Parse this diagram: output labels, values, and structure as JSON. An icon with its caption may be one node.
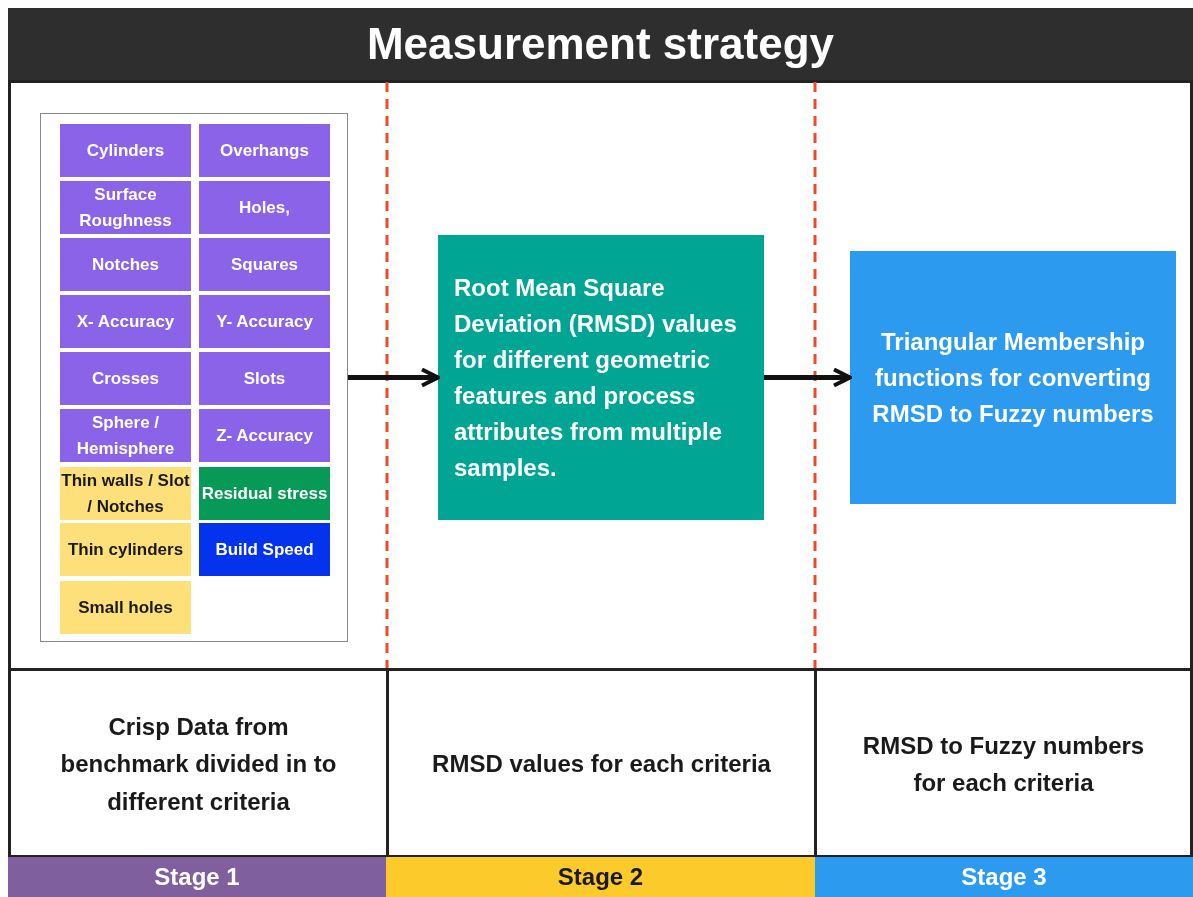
{
  "diagram": {
    "title": "Measurement strategy",
    "nodes": [
      {
        "text": [],
        "shape": "box"
      },
      {
        "text": [
          "Cylinders"
        ],
        "in": 0
      },
      {
        "text": [
          "Overhangs"
        ],
        "in": 0
      },
      {
        "text": [
          "Surface Roughness"
        ],
        "in": 0
      },
      {
        "text": [
          "Holes,"
        ],
        "in": 0
      },
      {
        "text": [
          "Notches"
        ],
        "in": 0
      },
      {
        "text": [
          "Squares"
        ],
        "in": 0
      },
      {
        "text": [
          "X- Accuracy"
        ],
        "in": 0
      },
      {
        "text": [
          "Y- Accuracy"
        ],
        "in": 0
      },
      {
        "text": [
          "Crosses"
        ],
        "in": 0
      },
      {
        "text": [
          "Slots"
        ],
        "in": 0
      },
      {
        "text": [
          "Sphere / Hemisphere"
        ],
        "in": 0
      },
      {
        "text": [
          "Z- Accuracy"
        ],
        "in": 0
      },
      {
        "text": [
          "Thin walls / Slot / Notches"
        ],
        "in": 0
      },
      {
        "text": [
          "Residual stress"
        ],
        "in": 0
      },
      {
        "text": [
          "Thin cylinders"
        ],
        "in": 0
      },
      {
        "text": [
          "Build Speed"
        ],
        "in": 0
      },
      {
        "text": [
          "Small holes"
        ],
        "in": 0
      },
      {
        "text": [
          "Root Mean Square Deviation (RMSD) values for different geometric features and process attributes from multiple samples."
        ]
      },
      {
        "text": [
          "Triangular Membership functions for converting RMSD to Fuzzy numbers"
        ]
      },
      {
        "text": [
          "Crisp Data from benchmark divided in to different criteria"
        ]
      },
      {
        "text": [
          "RMSD values for each criteria"
        ]
      },
      {
        "text": [
          "RMSD to Fuzzy numbers for each criteria"
        ]
      },
      {
        "text": [
          "Stage 1"
        ]
      },
      {
        "text": [
          "Stage 2"
        ]
      },
      {
        "text": [
          "Stage 3"
        ]
      }
    ],
    "edges": [
      {
        "from": 0,
        "to": 18,
        "arrow": "to"
      },
      {
        "from": 18,
        "to": 19,
        "arrow": "to"
      }
    ]
  }
}
